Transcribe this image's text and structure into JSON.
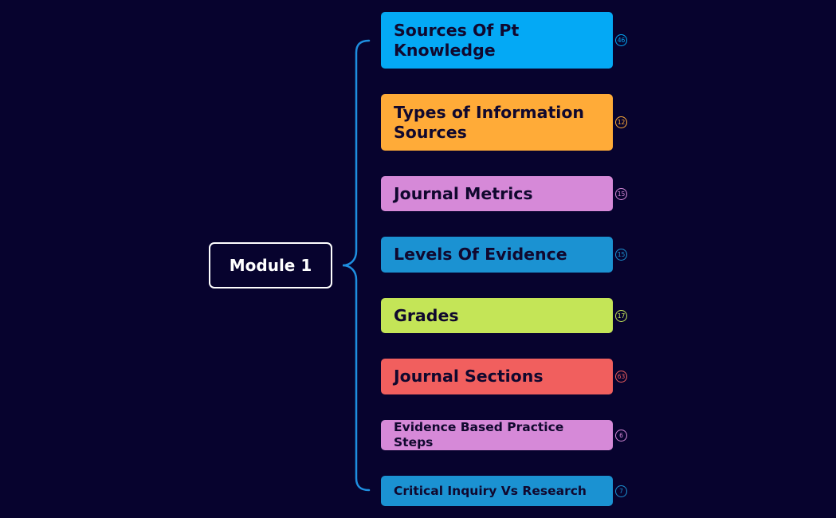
{
  "root": {
    "label": "Module 1",
    "border_color": "#ffffff"
  },
  "branch_color": "#1e8fe0",
  "topics": [
    {
      "label": "Sources Of Pt Knowledge",
      "count": "46",
      "color": "#04a9f5",
      "badge_color": "#04a9f5"
    },
    {
      "label": "Types of Information Sources",
      "count": "12",
      "color": "#ffab38",
      "badge_color": "#ffab38"
    },
    {
      "label": "Journal Metrics",
      "count": "15",
      "color": "#d689d8",
      "badge_color": "#d689d8"
    },
    {
      "label": "Levels Of Evidence",
      "count": "15",
      "color": "#1b92d2",
      "badge_color": "#1b92d2"
    },
    {
      "label": "Grades",
      "count": "17",
      "color": "#c4e557",
      "badge_color": "#c4e557"
    },
    {
      "label": "Journal Sections",
      "count": "63",
      "color": "#f15f5e",
      "badge_color": "#f15f5e"
    },
    {
      "label": "Evidence Based Practice Steps",
      "count": "6",
      "color": "#d689d8",
      "badge_color": "#d689d8"
    },
    {
      "label": "Critical Inquiry Vs Research",
      "count": "7",
      "color": "#1b92d2",
      "badge_color": "#1b92d2"
    }
  ]
}
